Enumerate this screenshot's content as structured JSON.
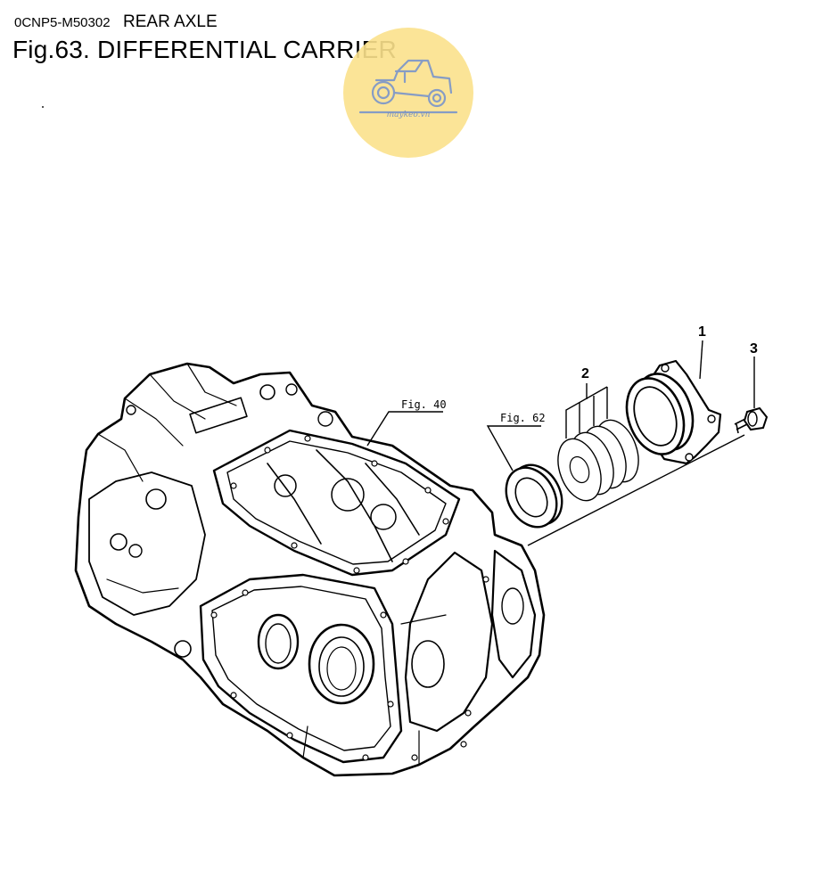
{
  "header": {
    "doc_code": "0CNP5-M50302",
    "section": "REAR AXLE",
    "figure_title": "Fig.63.  DIFFERENTIAL CARRIER"
  },
  "watermark": {
    "text": "maykeo.vn",
    "color": "#fbe28c",
    "icon": "tractor-icon"
  },
  "callouts": {
    "fig40": "Fig. 40",
    "fig62": "Fig. 62"
  },
  "parts": [
    {
      "no": "1",
      "name": "bearing-housing"
    },
    {
      "no": "2",
      "name": "shim-set"
    },
    {
      "no": "3",
      "name": "bolt"
    }
  ]
}
